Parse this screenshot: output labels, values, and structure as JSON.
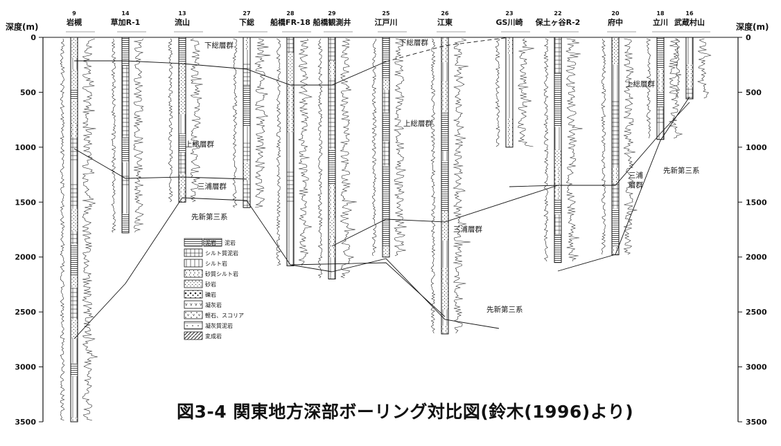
{
  "caption": "図3-4 関東地方深部ボーリング対比図(鈴木(1996)より)",
  "axis": {
    "left_title": "深度(m)",
    "right_title": "深度(m)",
    "ticks": [
      0,
      500,
      1000,
      1500,
      2000,
      2500,
      3000,
      3500
    ],
    "range": [
      0,
      3500
    ]
  },
  "wells": [
    {
      "no": "9",
      "name": "岩槻",
      "depth": 3500
    },
    {
      "no": "14",
      "name": "草加R-1",
      "depth": 1780
    },
    {
      "no": "13",
      "name": "流山",
      "depth": 1500
    },
    {
      "no": "27",
      "name": "下総",
      "depth": 1550
    },
    {
      "no": "28",
      "name": "船橋FR-18",
      "depth": 2080
    },
    {
      "no": "29",
      "name": "船橋観測井",
      "depth": 2200
    },
    {
      "no": "25",
      "name": "江戸川",
      "depth": 2000
    },
    {
      "no": "26",
      "name": "江東",
      "depth": 2700
    },
    {
      "no": "23",
      "name": "GS川崎",
      "depth": 1000
    },
    {
      "no": "22",
      "name": "保土ヶ谷R-2",
      "depth": 2050
    },
    {
      "no": "20",
      "name": "府中",
      "depth": 1980
    },
    {
      "no": "18",
      "name": "立川",
      "depth": 930
    },
    {
      "no": "16",
      "name": "武蔵村山",
      "depth": 560
    }
  ],
  "annotations": {
    "shimousa_1": "下総層群",
    "kazusa_1": "上総層群",
    "miura_1": "三浦層群",
    "pre_neogene_1": "先新第三系",
    "shimousa_2": "下総層群",
    "kazusa_2": "上総層群",
    "miura_2": "三浦層群",
    "pre_neogene_2": "先新第三系",
    "kazusa_3": "上総層群",
    "miura_3a": "三浦",
    "miura_3b": "層群",
    "pre_neogene_3": "先新第三系"
  },
  "legend": [
    {
      "label": "泥岩",
      "pattern": "mud"
    },
    {
      "label": "シルト質泥岩",
      "pattern": "siltmud"
    },
    {
      "label": "シルト岩",
      "pattern": "silt"
    },
    {
      "label": "砂質シルト岩",
      "pattern": "sandsilt"
    },
    {
      "label": "砂岩",
      "pattern": "sand"
    },
    {
      "label": "礫岩",
      "pattern": "gravel"
    },
    {
      "label": "凝灰岩",
      "pattern": "tuff"
    },
    {
      "label": "軽石、スコリア",
      "pattern": "pumice"
    },
    {
      "label": "凝灰質泥岩",
      "pattern": "tuffmud"
    },
    {
      "label": "変成岩",
      "pattern": "meta"
    }
  ],
  "legend_extra_label": "泥岩"
}
